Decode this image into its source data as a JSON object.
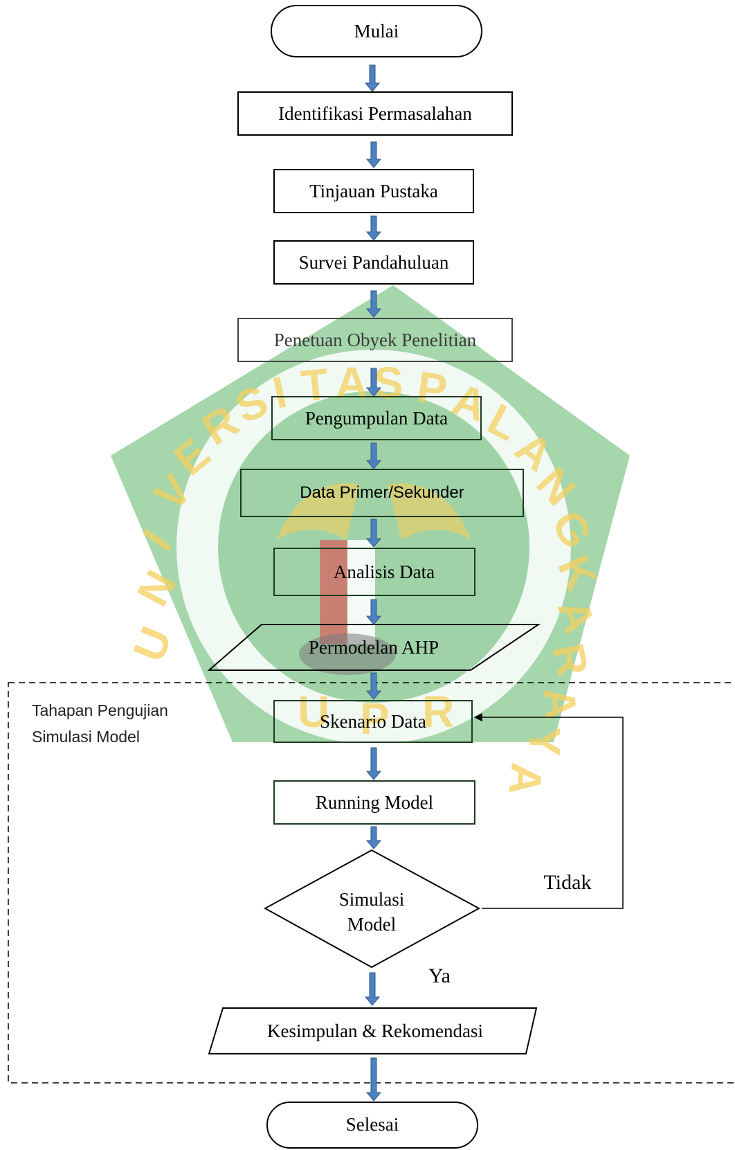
{
  "colors": {
    "arrow": "#4e81bd",
    "border": "#000000",
    "watermark_green": "#2e9e3e",
    "watermark_yellow": "#f1c232",
    "watermark_red": "#d12f2f"
  },
  "watermark": {
    "text_top": "UNIVERSITAS PALANGKA RAYA",
    "text_bottom": "UPR"
  },
  "nodes": {
    "start": "Mulai",
    "identifikasi": "Identifikasi Permasalahan",
    "tinjauan": "Tinjauan Pustaka",
    "survei": "Survei Pandahuluan",
    "penetuan": "Penetuan Obyek Penelitian",
    "pengumpulan": "Pengumpulan Data",
    "primer": "Data Primer/Sekunder",
    "analisis": "Analisis Data",
    "permodelan": "Permodelan AHP",
    "skenario": "Skenario Data",
    "running": "Running Model",
    "simulasi_line1": "Simulasi",
    "simulasi_line2": "Model",
    "kesimpulan": "Kesimpulan & Rekomendasi",
    "end": "Selesai"
  },
  "edge_labels": {
    "no": "Tidak",
    "yes": "Ya"
  },
  "region": {
    "label_line1": "Tahapan Pengujian",
    "label_line2": "Simulasi Model"
  }
}
